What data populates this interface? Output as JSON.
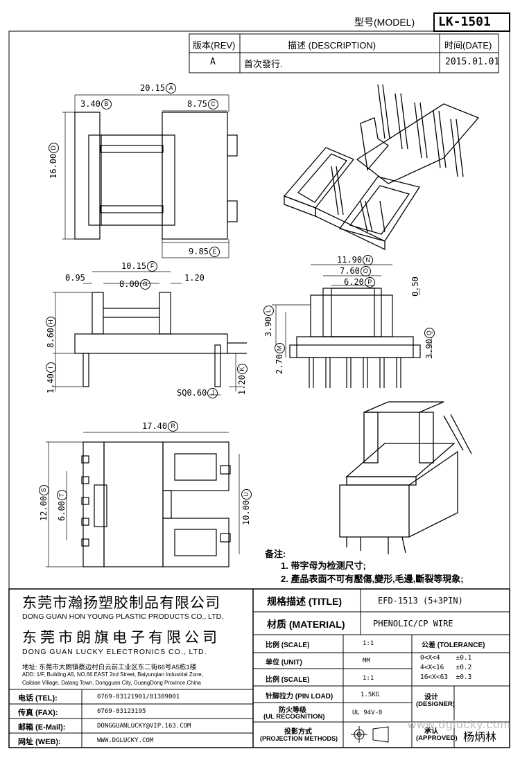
{
  "header": {
    "model_label": "型号(MODEL)",
    "model_value": "LK-1501"
  },
  "revision_table": {
    "rev_header": "版本(REV)",
    "desc_header": "描述 (DESCRIPTION)",
    "date_header": "时间(DATE)",
    "rev_value": "A",
    "desc_value": "首次發行.",
    "date_value": "2015.01.01"
  },
  "dimensions": {
    "top_view": [
      {
        "text": "20.15",
        "tag": "A"
      },
      {
        "text": "3.40",
        "tag": "B"
      },
      {
        "text": "8.75",
        "tag": "C"
      },
      {
        "text": "16.00",
        "tag": "D"
      },
      {
        "text": "9.85",
        "tag": "E"
      }
    ],
    "side_view": [
      {
        "text": "10.15",
        "tag": "F"
      },
      {
        "text": "0.95",
        "tag": ""
      },
      {
        "text": "8.00",
        "tag": "G"
      },
      {
        "text": "1.20",
        "tag": ""
      },
      {
        "text": "8.60",
        "tag": "H"
      },
      {
        "text": "1.40",
        "tag": "I"
      },
      {
        "text": "SQ0.60",
        "tag": "J"
      },
      {
        "text": "1.20",
        "tag": "K"
      }
    ],
    "front_view": [
      {
        "text": "11.90",
        "tag": "N"
      },
      {
        "text": "7.60",
        "tag": "O"
      },
      {
        "text": "6.20",
        "tag": "P"
      },
      {
        "text": "0.50",
        "tag": ""
      },
      {
        "text": "3.90",
        "tag": "L"
      },
      {
        "text": "2.70",
        "tag": "M"
      },
      {
        "text": "3.90",
        "tag": "Q"
      }
    ],
    "bottom_view": [
      {
        "text": "17.40",
        "tag": "R"
      },
      {
        "text": "12.00",
        "tag": "S"
      },
      {
        "text": "6.00",
        "tag": "T"
      },
      {
        "text": "10.00",
        "tag": "U"
      }
    ]
  },
  "notes": {
    "title": "备注:",
    "items": [
      "1. 带字母为检测尺寸;",
      "2. 產品表面不可有壓傷,變形,毛邊,斷裂等現象;"
    ]
  },
  "company": {
    "name1_cn": "东莞市瀚扬塑胶制品有限公司",
    "name1_en": "DONG GUAN HON YOUNG PLASTIC PRODUCTS CO., LTD.",
    "name2_cn": "东莞市朗旗电子有限公司",
    "name2_en": "DONG GUAN LUCKY ELECTRONICS CO., LTD.",
    "address_cn": "地址: 东莞市大朗镇蔡边村白云前工业区东二街66号A5栋1楼",
    "address_en1": "ADD: 1/F, Building A5, NO.66 EAST 2nd Street, Baiyunqian Industrial Zone,",
    "address_en2": "Caibian Village, Dalang Town, Dongguan City, GuangDong Province,China"
  },
  "contact": [
    {
      "label": "电话 (TEL):",
      "value": "0769-83121901/81309001"
    },
    {
      "label": "传真 (FAX):",
      "value": "0769-83123195"
    },
    {
      "label": "邮箱 (E-Mail):",
      "value": "DONGGUANLUCKY@VIP.163.COM"
    },
    {
      "label": "网址 (WEB):",
      "value": "WWW.DGLUCKY.COM"
    }
  ],
  "spec": {
    "title_label": "规格描述 (TITLE)",
    "title_value": "EFD-1513 (5+3PIN)",
    "material_label": "材质 (MATERIAL)",
    "material_value": "PHENOLIC/CP WIRE",
    "scale_label1": "比例 (SCALE)",
    "scale_value1": "1:1",
    "tolerance_label": "公差 (TOLERANCE)",
    "unit_label": "单位 (UNIT)",
    "unit_value": "MM",
    "tol1": "0<X<4    ±0.1",
    "tol2": "4<X<16   ±0.2",
    "tol3": "16<X<63  ±0.3",
    "scale_label2": "比例 (SCALE)",
    "scale_value2": "1:1",
    "pinload_label": "针脚拉力 (PIN LOAD)",
    "pinload_value": "1.5KG",
    "ul_label1": "防火等级",
    "ul_label2": "(UL RECOGNITION)",
    "ul_value": "UL 94V-0",
    "designer_label1": "设计",
    "designer_label2": "(DESIGNER)",
    "proj_label1": "投影方式",
    "proj_label2": "(PROJECTION METHODS)",
    "approved_label1": "承认",
    "approved_label2": "(APPROVED)",
    "approved_value": "杨炳林",
    "watermark": "www.dglucky.com"
  }
}
